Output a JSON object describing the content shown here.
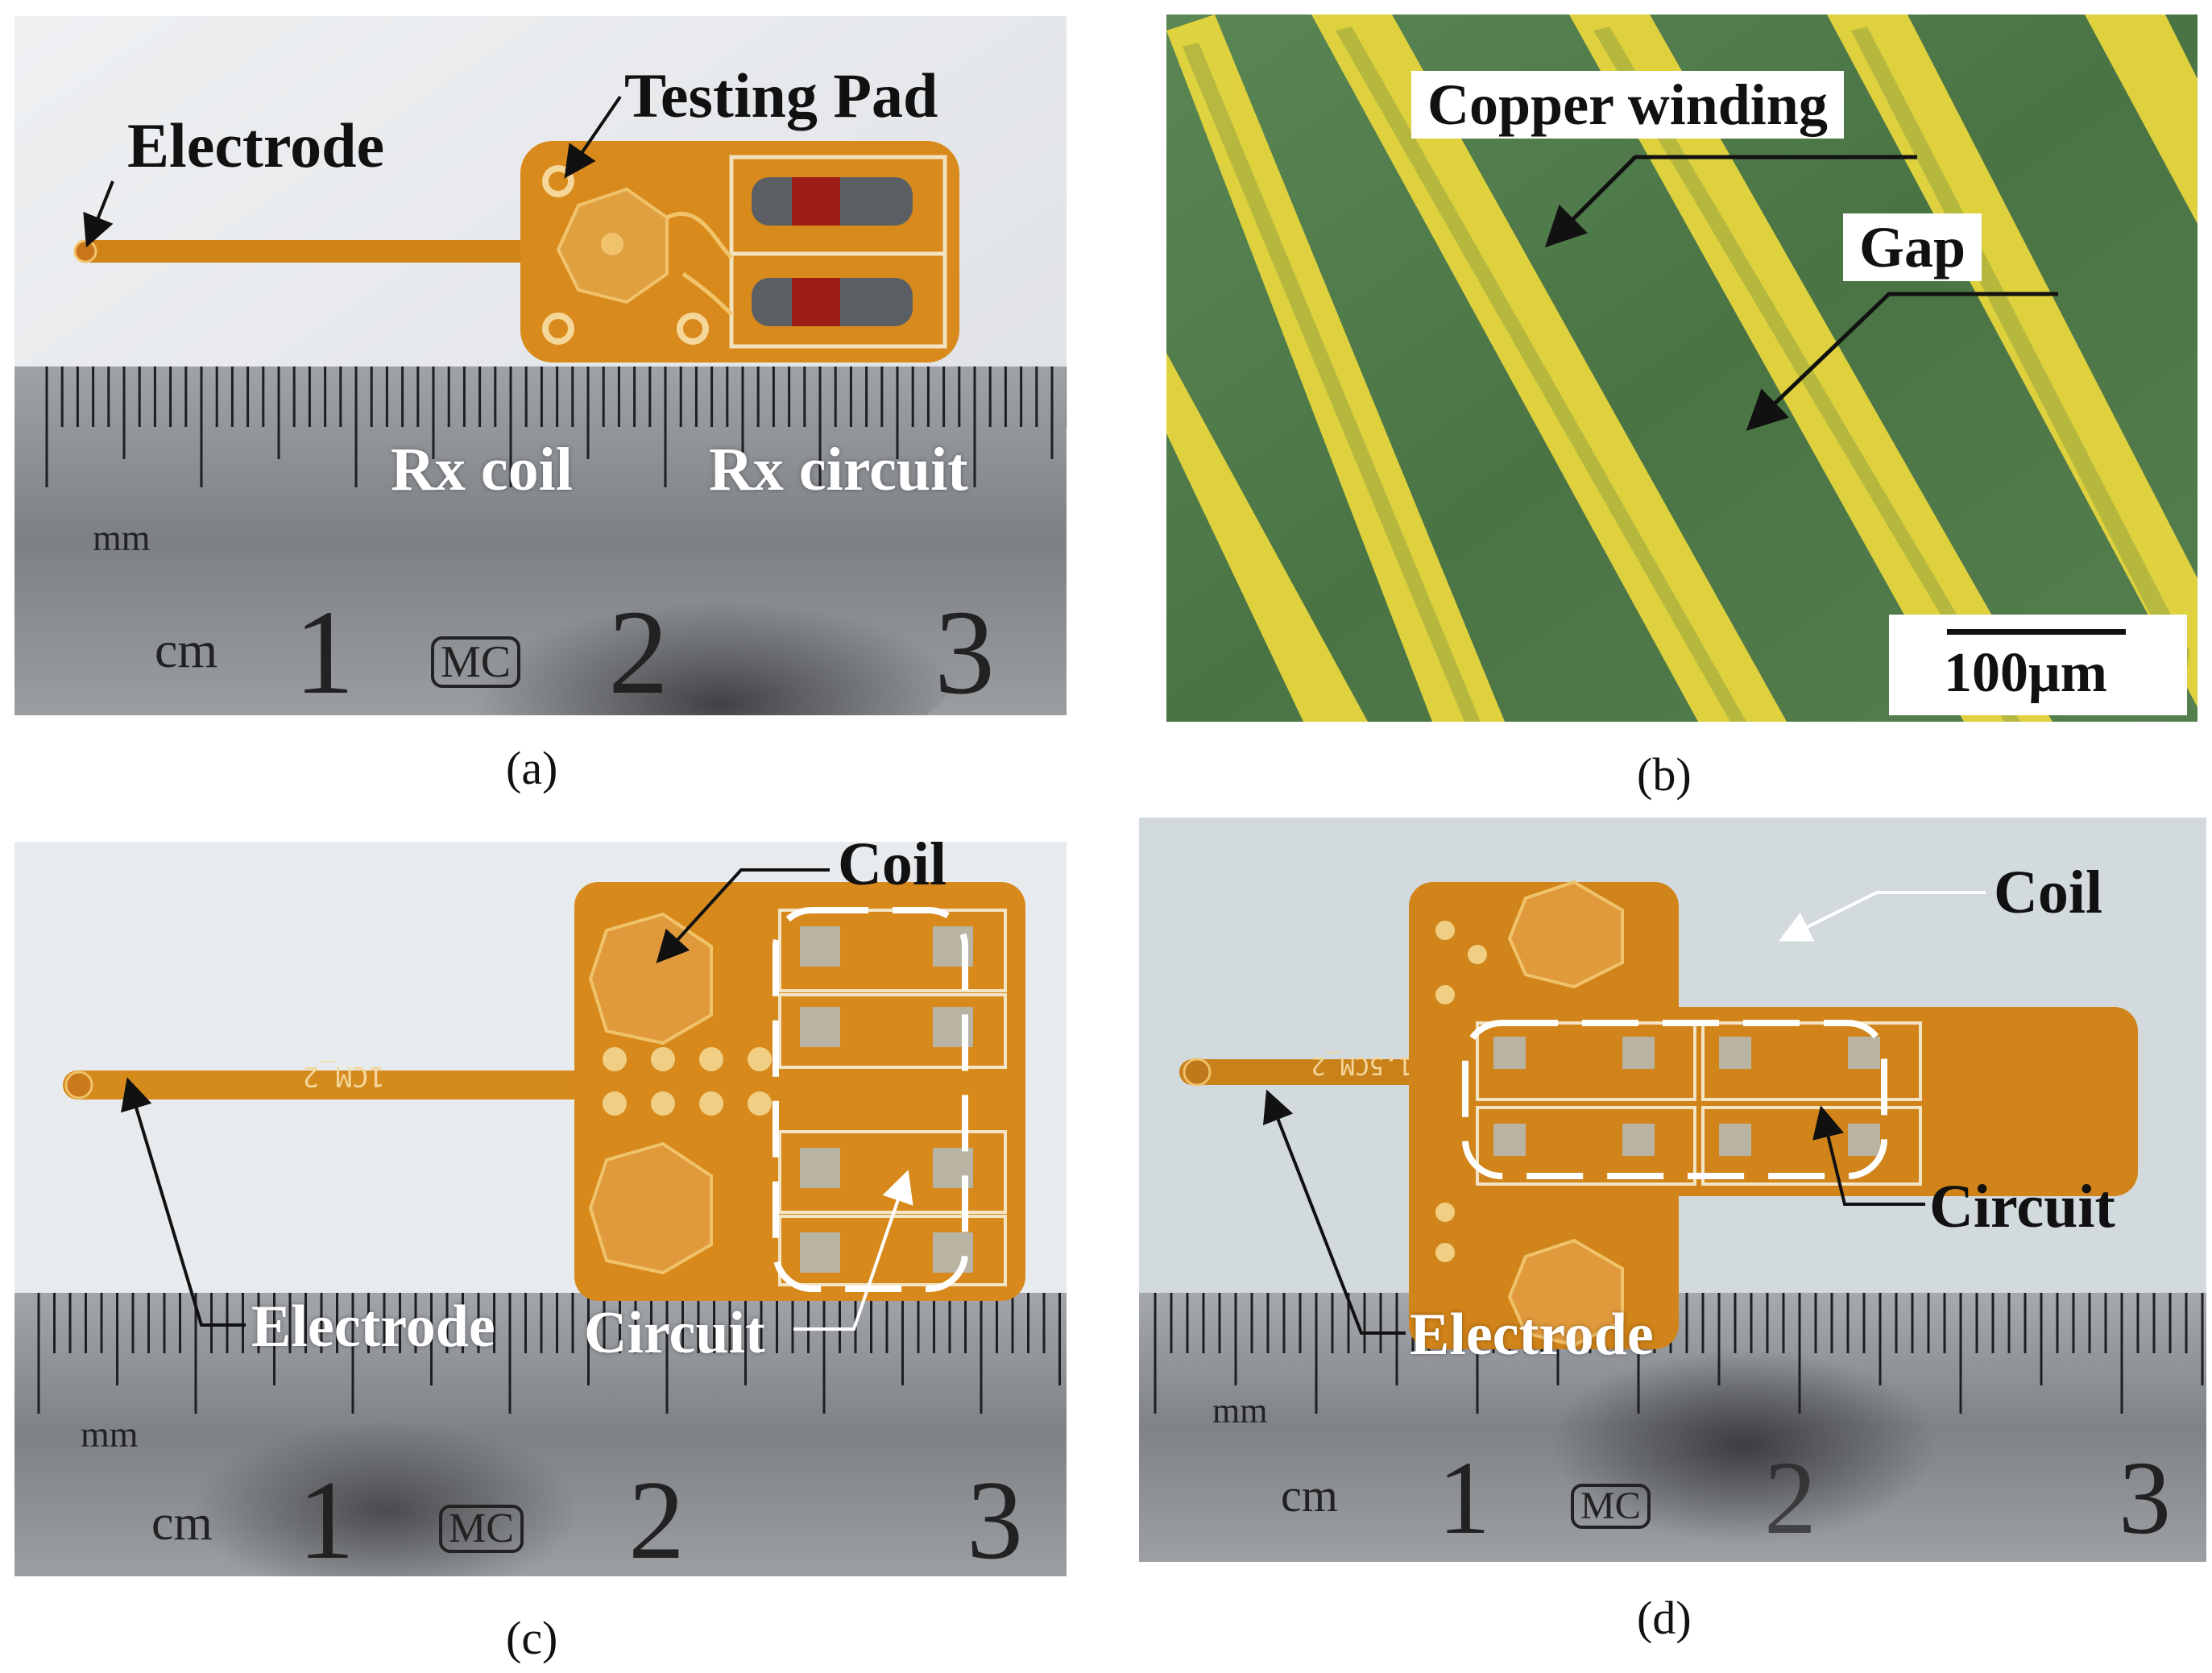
{
  "colors": {
    "background": "#ffffff",
    "pcb": "#d98a1a",
    "pcb_dark": "#b8690c",
    "copper_stripe": "#e6d43a",
    "gap_green": "#4f7a4a",
    "ruler": "#8a8c90",
    "photo_bg": "#e6e9ec"
  },
  "panels": {
    "a": {
      "caption": "(a)",
      "labels": {
        "electrode": "Electrode",
        "testing_pad": "Testing Pad",
        "rx_coil": "Rx coil",
        "rx_circuit": "Rx circuit"
      },
      "ruler": {
        "unit_mm": "mm",
        "unit_cm": "cm",
        "brand": "MC",
        "numbers": [
          "1",
          "2",
          "3"
        ]
      }
    },
    "b": {
      "caption": "(b)",
      "labels": {
        "copper_winding": "Copper winding",
        "gap": "Gap",
        "scale_bar": "100μm"
      }
    },
    "c": {
      "caption": "(c)",
      "labels": {
        "coil": "Coil",
        "electrode": "Electrode",
        "circuit": "Circuit",
        "board_text": "1CM_2"
      },
      "ruler": {
        "unit_mm": "mm",
        "unit_cm": "cm",
        "brand": "MC",
        "numbers": [
          "1",
          "2",
          "3"
        ]
      }
    },
    "d": {
      "caption": "(d)",
      "labels": {
        "coil": "Coil",
        "circuit": "Circuit",
        "electrode": "Electrode",
        "board_text": "1.5CM_2"
      },
      "ruler": {
        "unit_mm": "mm",
        "unit_cm": "cm",
        "brand": "MC",
        "numbers": [
          "1",
          "2",
          "3"
        ]
      }
    }
  }
}
